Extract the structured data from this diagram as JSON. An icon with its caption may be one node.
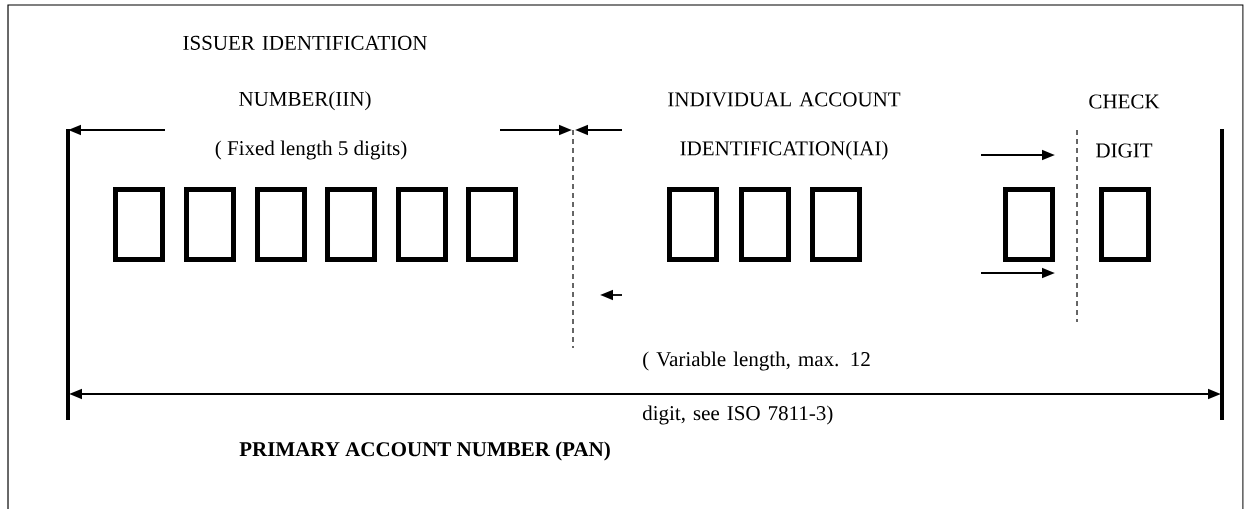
{
  "diagram": {
    "nodes": [
      {
        "text": [],
        "shape": "box"
      },
      {
        "text": [],
        "shape": "box"
      },
      {
        "text": [],
        "shape": "box"
      },
      {
        "text": [],
        "shape": "box"
      },
      {
        "text": [],
        "shape": "box"
      },
      {
        "text": [],
        "shape": "box"
      },
      {
        "text": [],
        "shape": "box"
      },
      {
        "text": [],
        "shape": "box"
      },
      {
        "text": [],
        "shape": "box"
      },
      {
        "text": [],
        "shape": "box"
      },
      {
        "text": [],
        "shape": "box"
      }
    ],
    "labels": [
      "ISSUER IDENTIFICATION NUMBER(IIN)",
      "( Fixed length 5 digits)",
      "INDIVIDUAL ACCOUNT IDENTIFICATION(IAI)",
      "CHECK DIGIT",
      "( Variable length, max. 12 digit, see ISO 7811-3)",
      "PRIMARY ACCOUNT NUMBER (PAN)"
    ]
  }
}
